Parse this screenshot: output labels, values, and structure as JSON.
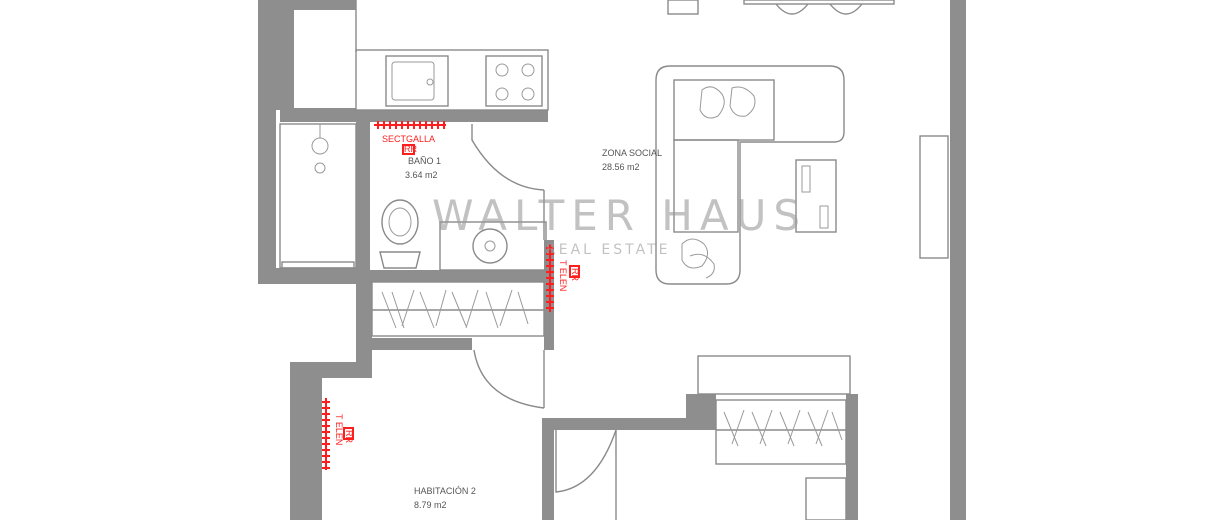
{
  "rooms": {
    "bano": {
      "name": "BAÑO 1",
      "area": "3.64 m2"
    },
    "zona_social": {
      "name": "ZONA SOCIAL",
      "area": "28.56 m2"
    },
    "habitacion": {
      "name": "HABITACIÓN 2",
      "area": "8.79 m2"
    }
  },
  "annotations": {
    "sectgalla": "SECTGALLA",
    "sectgalla_tag": "RR",
    "elec_vertical_1": "T ELEN",
    "elec_vertical_1_tag": "RR",
    "elec_vertical_2": "T ELEN",
    "elec_vertical_2_tag": "RR"
  },
  "watermark": {
    "brand": "WALTER HAUS",
    "tagline": "REAL ESTATE"
  },
  "colors": {
    "wall": "#8e8e8e",
    "line": "#8a8a8a",
    "electrical": "#ff1e1e"
  }
}
